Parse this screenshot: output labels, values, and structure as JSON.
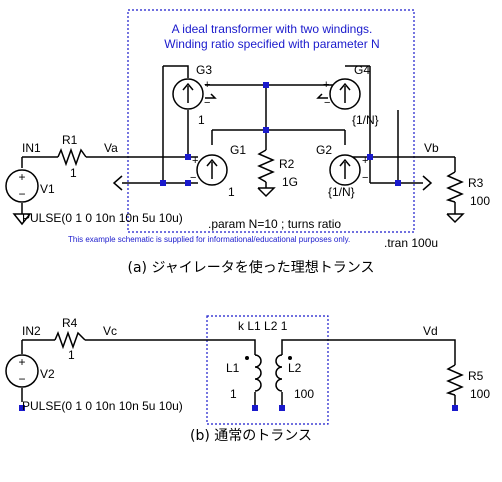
{
  "fig_a": {
    "note_line1": "A ideal transformer with two windings.",
    "note_line2": "Winding ratio specified with parameter N",
    "param": ".param N=10 ; turns ratio",
    "disclaimer": "This example schematic is supplied for informational/educational purposes only.",
    "tran": ".tran 100u",
    "caption": "(a) ジャイレータを使った理想トランス",
    "nodes": {
      "in": "IN1",
      "va": "Va",
      "vb": "Vb"
    },
    "r1": {
      "name": "R1",
      "value": "1"
    },
    "r2": {
      "name": "R2",
      "value": "1G"
    },
    "r3": {
      "name": "R3",
      "value": "100"
    },
    "v1": {
      "name": "V1",
      "value": "PULSE(0 1 0 10n 10n 5u 10u)"
    },
    "g1": {
      "name": "G1",
      "value": "1"
    },
    "g2": {
      "name": "G2",
      "value": "{1/N}"
    },
    "g3": {
      "name": "G3",
      "value": "1"
    },
    "g4": {
      "name": "G4",
      "value": "{1/N}"
    }
  },
  "fig_b": {
    "caption": "(b) 通常のトランス",
    "nodes": {
      "in": "IN2",
      "vc": "Vc",
      "vd": "Vd"
    },
    "k": "k L1 L2 1",
    "r4": {
      "name": "R4",
      "value": "1"
    },
    "r5": {
      "name": "R5",
      "value": "100"
    },
    "v2": {
      "name": "V2",
      "value": "PULSE(0 1 0 10n 10n 5u 10u)"
    },
    "l1": {
      "name": "L1",
      "value": "1"
    },
    "l2": {
      "name": "L2",
      "value": "100"
    }
  },
  "icons": [
    "ground-icon",
    "voltage-source-icon",
    "current-source-icon",
    "resistor-icon",
    "inductor-icon"
  ]
}
